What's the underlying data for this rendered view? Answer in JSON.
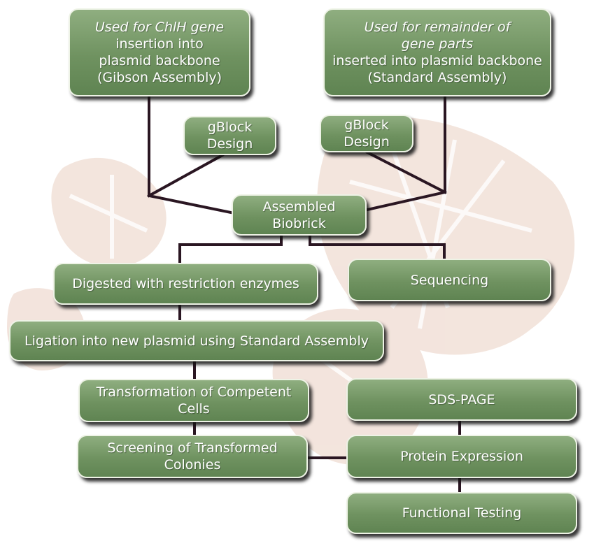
{
  "colors": {
    "box_fill": "#6f9260",
    "box_border": "#eef3e6",
    "box_text": "#ffffff",
    "connector": "#2a1622",
    "background_motif": "#ecd4c8"
  },
  "diagram": {
    "gibson_box": {
      "italic_lines": [
        "Used for ChlH gene"
      ],
      "lines": [
        "insertion into",
        "plasmid backbone",
        "(Gibson Assembly)"
      ]
    },
    "standard_box": {
      "italic_lines": [
        "Used for remainder of",
        "gene parts"
      ],
      "lines": [
        "inserted into plasmid backbone",
        "(Standard Assembly)"
      ]
    },
    "gblock_left": {
      "lines": [
        "gBlock",
        "Design"
      ]
    },
    "gblock_right": {
      "lines": [
        "gBlock",
        "Design"
      ]
    },
    "assembled": {
      "lines": [
        "Assembled",
        "Biobrick"
      ]
    },
    "digested": {
      "lines": [
        "Digested with restriction enzymes"
      ]
    },
    "sequencing": {
      "lines": [
        "Sequencing"
      ]
    },
    "ligation": {
      "lines": [
        "Ligation into new plasmid using Standard Assembly"
      ]
    },
    "transformation": {
      "lines": [
        "Transformation of Competent",
        "Cells"
      ]
    },
    "screening": {
      "lines": [
        "Screening of Transformed",
        "Colonies"
      ]
    },
    "sds_page": {
      "lines": [
        "SDS-PAGE"
      ]
    },
    "protein_expression": {
      "lines": [
        "Protein Expression"
      ]
    },
    "functional_testing": {
      "lines": [
        "Functional Testing"
      ]
    }
  }
}
